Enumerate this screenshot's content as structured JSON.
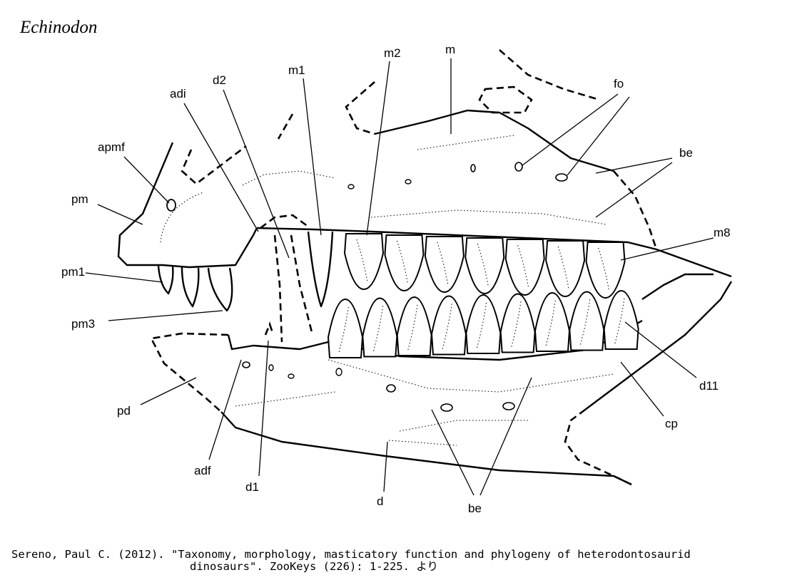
{
  "title": "Echinodon",
  "labels": {
    "m1": "m1",
    "m2": "m2",
    "m": "m",
    "adi": "adi",
    "d2": "d2",
    "fo": "fo",
    "apmf": "apmf",
    "be_upper": "be",
    "pm": "pm",
    "m8": "m8",
    "pm1": "pm1",
    "pm3": "pm3",
    "d11": "d11",
    "pd": "pd",
    "cp": "cp",
    "adf": "adf",
    "d1": "d1",
    "d": "d",
    "be_lower": "be"
  },
  "teeth": {
    "maxillary_count": 7,
    "dentary_count": 9
  },
  "caption": {
    "line1": "Sereno, Paul C. (2012). \"Taxonomy, morphology, masticatory function and phylogeny of heterodontosaurid",
    "line2": "dinosaurs\". ZooKeys (226): 1-225. より"
  }
}
